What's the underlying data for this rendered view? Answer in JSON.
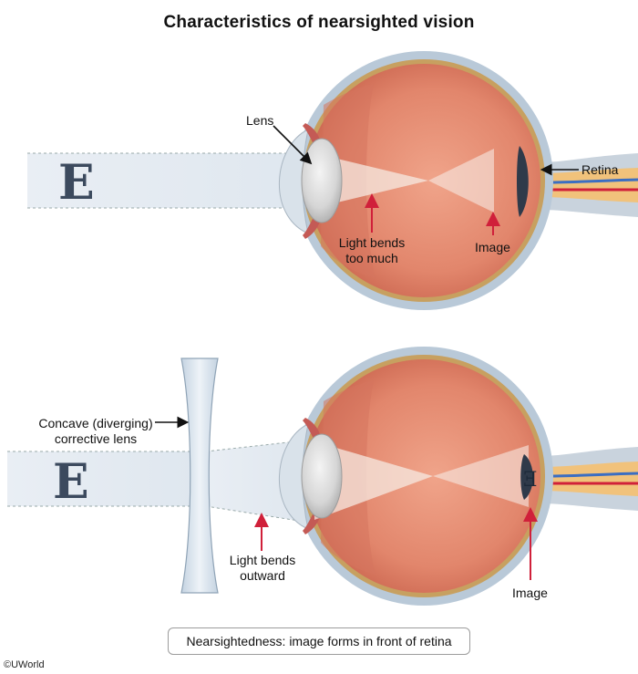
{
  "title": "Characteristics of nearsighted vision",
  "letter": "E",
  "top_diagram": {
    "lens_label": "Lens",
    "retina_label": "Retina",
    "bend_label_line1": "Light bends",
    "bend_label_line2": "too much",
    "image_label": "Image"
  },
  "bottom_diagram": {
    "corrective_lens_line1": "Concave (diverging)",
    "corrective_lens_line2": "corrective lens",
    "bend_label_line1": "Light bends",
    "bend_label_line2": "outward",
    "image_label": "Image"
  },
  "caption": "Nearsightedness: image forms in front of retina",
  "copyright": "©UWorld",
  "colors": {
    "eye_interior": "#e2866c",
    "sclera": "#b9c9d8",
    "arrow_red": "#d0203a",
    "retina_dark": "#2f3a4a"
  }
}
